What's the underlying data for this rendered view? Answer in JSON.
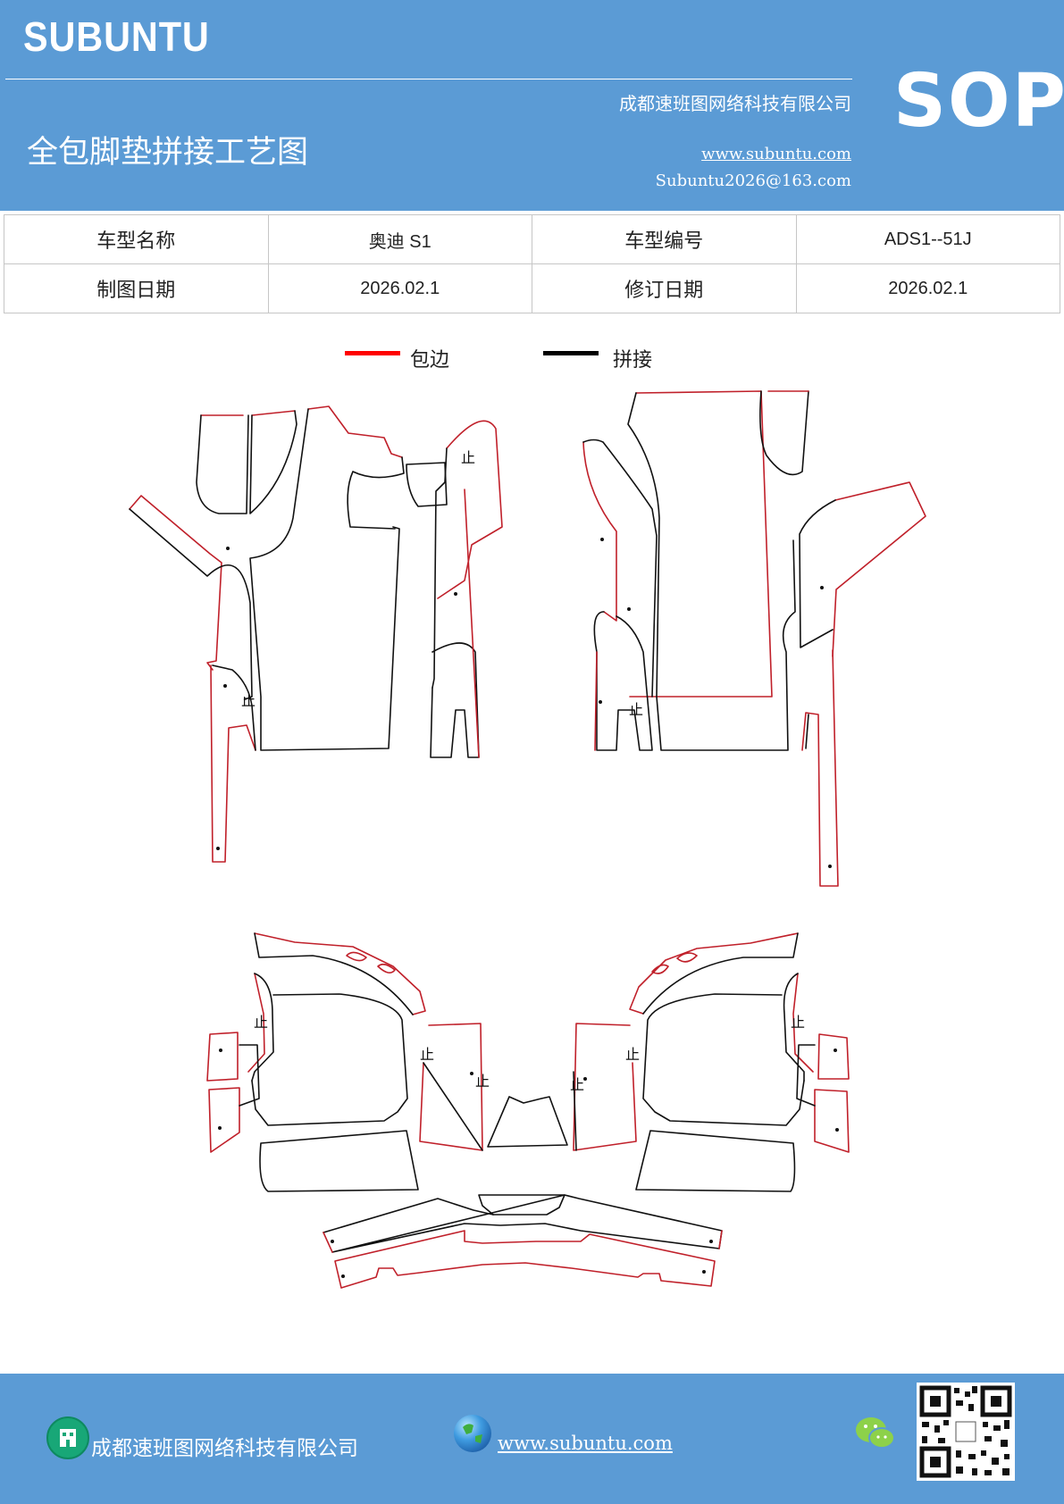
{
  "header": {
    "brand": "SUBUNTU",
    "company": "成都速班图网络科技有限公司",
    "title": "全包脚垫拼接工艺图",
    "website": "www.subuntu.com",
    "email": "Subuntu2026@163.com",
    "sop": "SOP"
  },
  "info_table": {
    "row1": {
      "label1": "车型名称",
      "value1": "奥迪 S1",
      "label2": "车型编号",
      "value2": "ADS1--51J"
    },
    "row2": {
      "label1": "制图日期",
      "value1": "2026.02.1",
      "label2": "修订日期",
      "value2": "2026.02.1"
    }
  },
  "legend": {
    "items": [
      {
        "label": "包边",
        "color": "#ff0000"
      },
      {
        "label": "拼接",
        "color": "#000000"
      }
    ]
  },
  "diagram": {
    "joint_mark": "止",
    "edge_color": "#c0202a",
    "seam_color": "#111111"
  },
  "footer": {
    "company": "成都速班图网络科技有限公司",
    "website": "www.subuntu.com",
    "icons": [
      "building-icon",
      "globe-icon",
      "wechat-icon",
      "qr-code"
    ]
  },
  "colors": {
    "brand_blue": "#5b9bd5"
  }
}
